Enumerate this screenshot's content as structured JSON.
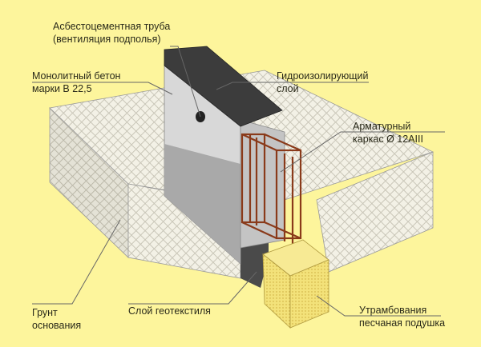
{
  "labels": {
    "pipe": [
      "Асбестоцементная труба",
      "(вентиляция подполья)"
    ],
    "concrete": [
      "Монолитный бетон",
      "марки В 22,5"
    ],
    "waterproof": [
      "Гидроизолирующий",
      "слой"
    ],
    "rebar": [
      "Арматурный",
      "каркас Ø 12AIII"
    ],
    "soil": [
      "Грунт",
      "основания"
    ],
    "geotextile": [
      "Слой геотекстиля"
    ],
    "sand": [
      "Утрамбования",
      "песчаная подушка"
    ]
  },
  "colors": {
    "background": "#fdf59c",
    "soil": "#f2f0e4",
    "concrete": "#dcdcdc",
    "waterproof": "#3a3a3a",
    "rebar": "#8a3a1a",
    "sand": "#f3e27a"
  }
}
